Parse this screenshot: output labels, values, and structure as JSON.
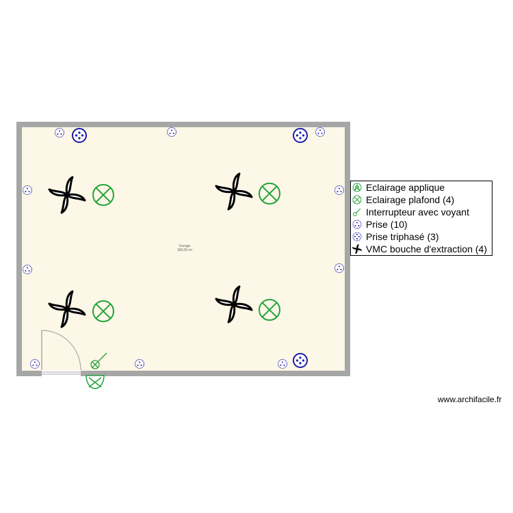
{
  "room": {
    "name": "Garage",
    "area": "189,06 m²"
  },
  "legend": [
    {
      "icon": "wall-light-icon",
      "label": "Eclairage applique"
    },
    {
      "icon": "ceiling-light-icon",
      "label": "Eclairage plafond (4)"
    },
    {
      "icon": "switch-with-indicator-icon",
      "label": "Interrupteur avec voyant"
    },
    {
      "icon": "outlet-icon",
      "label": "Prise (10)"
    },
    {
      "icon": "three-phase-outlet-icon",
      "label": "Prise triphasé (3)"
    },
    {
      "icon": "ventilation-fan-icon",
      "label": "VMC bouche d'extraction (4)"
    }
  ],
  "footer": {
    "website": "www.archifacile.fr"
  },
  "colors": {
    "wall": "#a6a6a6",
    "floor": "#fcf7e6",
    "light": "#22a33a",
    "outlet": "#1a1aa8",
    "fan": "#000000"
  }
}
